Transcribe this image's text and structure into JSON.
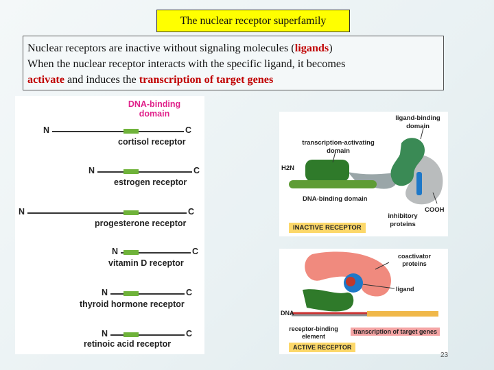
{
  "title": "The nuclear receptor superfamily",
  "intro": {
    "l1_pre": "Nuclear receptors are inactive  without signaling molecules (",
    "l1_red": "ligands",
    "l1_post": ")",
    "l2": "When the nuclear receptor interacts with the specific ligand, it becomes",
    "l3_red1": "activate",
    "l3_mid": " and induces the ",
    "l3_red2": "transcription of target genes"
  },
  "receptors": {
    "dbd_label": "DNA-binding domain",
    "n": "N",
    "c": "C",
    "items": [
      {
        "name": "cortisol receptor"
      },
      {
        "name": "estrogen receptor"
      },
      {
        "name": "progesterone receptor"
      },
      {
        "name": "vitamin D receptor"
      },
      {
        "name": "thyroid hormone receptor"
      },
      {
        "name": "retinoic acid receptor"
      }
    ]
  },
  "inactive": {
    "ligand_binding": "ligand-binding domain",
    "transcription_activating": "transcription-activating domain",
    "h2n": "H2N",
    "dna_binding": "DNA-binding domain",
    "cooh": "COOH",
    "inhibitory": "inhibitory proteins",
    "badge": "INACTIVE RECEPTOR"
  },
  "active": {
    "coactivator": "coactivator proteins",
    "ligand": "ligand",
    "dna": "DNA",
    "receptor_binding": "receptor-binding element",
    "transcription": "transcription of target genes",
    "badge": "ACTIVE RECEPTOR"
  },
  "page_number": "23",
  "colors": {
    "title_bg": "#ffff00",
    "emphasis": "#c00000",
    "dbd": "#6fb33a",
    "dbd_label": "#e0218a",
    "badge": "#fcd86a"
  }
}
